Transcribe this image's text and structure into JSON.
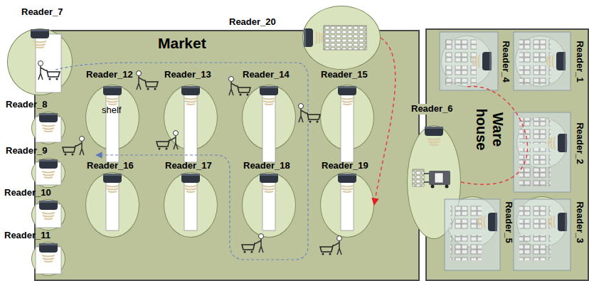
{
  "diagram": {
    "nodes": [
      {
        "text": [
          "Market"
        ]
      },
      {
        "text": [
          "Reader_7"
        ]
      },
      {
        "text": [
          "Reader_20"
        ]
      },
      {
        "text": [
          "Reader_12",
          "shelf"
        ],
        "in": 0
      },
      {
        "text": [
          "Reader_13"
        ],
        "in": 0
      },
      {
        "text": [
          "Reader_14"
        ],
        "in": 0
      },
      {
        "text": [
          "Reader_15"
        ],
        "in": 0
      },
      {
        "text": [
          "Reader_8"
        ]
      },
      {
        "text": [
          "Reader_9"
        ]
      },
      {
        "text": [
          "Reader_16"
        ],
        "in": 0
      },
      {
        "text": [
          "Reader_17"
        ],
        "in": 0
      },
      {
        "text": [
          "Reader_18"
        ],
        "in": 0
      },
      {
        "text": [
          "Reader_19"
        ],
        "in": 0
      },
      {
        "text": [
          "Reader_10"
        ]
      },
      {
        "text": [
          "Reader_11"
        ]
      },
      {
        "text": [
          "Ware house"
        ]
      },
      {
        "text": [
          "Reader_4"
        ],
        "in": 15
      },
      {
        "text": [
          "Reader_1"
        ],
        "in": 15
      },
      {
        "text": [
          "Reader_6"
        ]
      },
      {
        "text": [
          "Reader_2"
        ],
        "in": 15
      },
      {
        "text": [
          "Reader_5"
        ],
        "in": 15
      },
      {
        "text": [
          "Reader_3"
        ],
        "in": 15
      }
    ],
    "edges": [
      {
        "from": 2,
        "to": 12,
        "arrow": "to"
      },
      {
        "from": 18,
        "to": 16,
        "arrow": "none"
      }
    ]
  }
}
